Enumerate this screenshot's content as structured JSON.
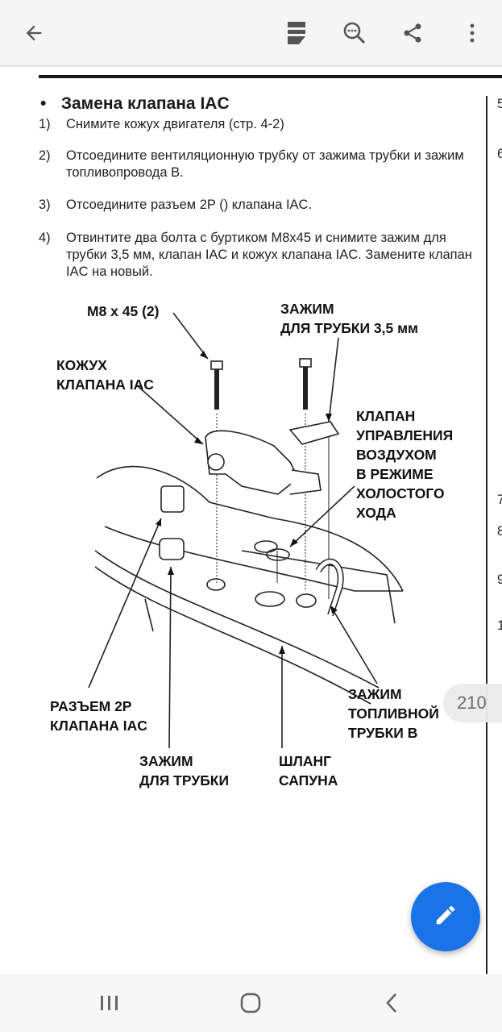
{
  "toolbar": {
    "back": "back-icon",
    "icons": [
      "reading-mode-icon",
      "search-icon",
      "share-icon",
      "more-icon"
    ]
  },
  "doc": {
    "title": "Замена клапана IAC",
    "steps": [
      {
        "n": "1)",
        "t": "Снимите кожух двигателя (стр. 4-2)"
      },
      {
        "n": "2)",
        "t": "Отсоедините вентиляционную трубку от зажима трубки и зажим топливопровода B."
      },
      {
        "n": "3)",
        "t": "Отсоедините разъем 2P () клапана IAC."
      },
      {
        "n": "4)",
        "t": "Отвинтите два болта с буртиком M8x45 и снимите зажим для трубки 3,5 мм, клапан IAC и кожух клапана IAC. Замените клапан IAC на новый."
      }
    ],
    "right_column_numbers": [
      "5",
      "6",
      "7",
      "8",
      "9",
      "1"
    ],
    "diagram_labels": {
      "bolt": "M8 x 45 (2)",
      "clamp35": [
        "ЗАЖИМ",
        "ДЛЯ ТРУБКИ 3,5 мм"
      ],
      "cover": [
        "КОЖУХ",
        "КЛАПАНА IAC"
      ],
      "valve": [
        "КЛАПАН",
        "УПРАВЛЕНИЯ",
        "ВОЗДУХОМ",
        "В РЕЖИМЕ",
        "ХОЛОСТОГО",
        "ХОДА"
      ],
      "connector": [
        "РАЗЪЕМ 2P",
        "КЛАПАНА IAC"
      ],
      "tube_clamp": [
        "ЗАЖИМ",
        "ДЛЯ ТРУБКИ"
      ],
      "breather": [
        "ШЛАНГ",
        "САПУНА"
      ],
      "fuel_clamp": [
        "ЗАЖИМ",
        "ТОПЛИВНОЙ",
        "ТРУБКИ B"
      ]
    }
  },
  "page_indicator": "210",
  "fab": "edit-icon",
  "colors": {
    "accent": "#1a73e8"
  }
}
